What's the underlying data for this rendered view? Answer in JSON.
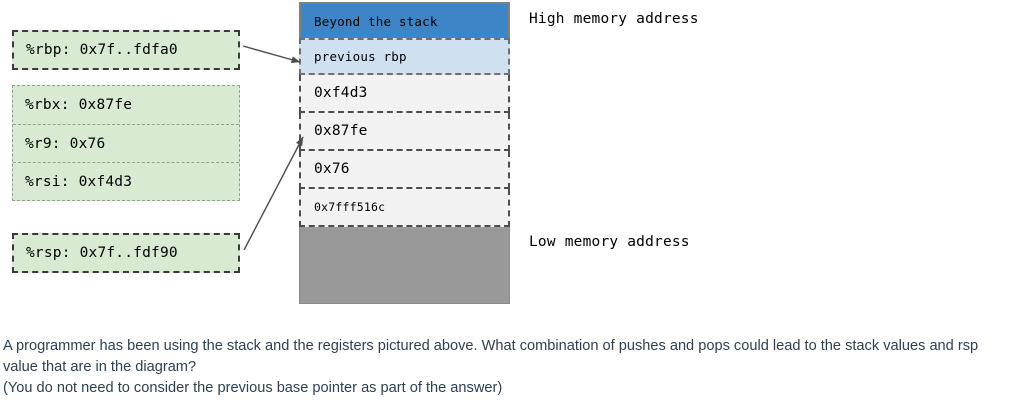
{
  "diagram": {
    "registers": {
      "rbp": {
        "label": "%rbp: 0x7f..fdfa0"
      },
      "group": [
        {
          "label": "%rbx: 0x87fe"
        },
        {
          "label": "%r9: 0x76"
        },
        {
          "label": "%rsi: 0xf4d3"
        }
      ],
      "rsp": {
        "label": "%rsp: 0x7f..fdf90"
      }
    },
    "stack": {
      "cells": [
        {
          "text": "Beyond the stack",
          "fill": "#3d85c6"
        },
        {
          "text": "previous rbp",
          "fill": "#cfe0f0"
        },
        {
          "text": "0xf4d3",
          "fill": "#f2f2f2"
        },
        {
          "text": "0x87fe",
          "fill": "#f2f2f2"
        },
        {
          "text": "0x76",
          "fill": "#f2f2f2"
        },
        {
          "text": "0x7fff516c",
          "fill": "#f2f2f2"
        },
        {
          "text": "",
          "fill": "#999999"
        }
      ]
    },
    "annotations": {
      "high_memory": "High memory address",
      "low_memory": "Low memory address"
    },
    "colors": {
      "register_fill": "#d9ead3",
      "beyond_stack_fill": "#3d85c6",
      "previous_rbp_fill": "#cfe0f0",
      "stack_cell_fill": "#f2f2f2",
      "unused_stack_fill": "#999999",
      "question_text": "#2e4053"
    }
  },
  "question": {
    "line1": "A programmer has been using the stack and the registers pictured above. What combination of pushes and pops could lead to the stack values and rsp value that are in the diagram?",
    "line2": "(You do not need to consider the previous base pointer as part of the answer)"
  }
}
